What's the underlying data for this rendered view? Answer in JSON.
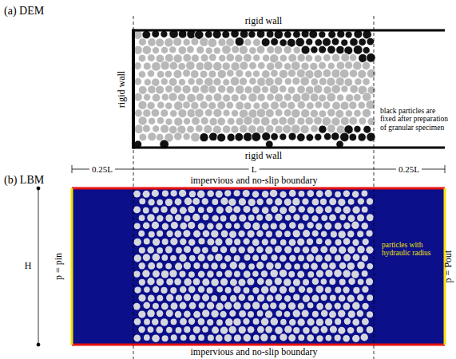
{
  "diagram": {
    "labels": [
      "(a) DEM",
      "rigid wall",
      "rigid wall",
      "black particles are fixed after preparation of granular specimen",
      "rigid wall",
      "(b) LBM",
      "0.25L",
      "L",
      "0.25L",
      "impervious and no-slip boundary",
      "H",
      "p = pin",
      "particles with hydraulic radius",
      "p = Pout",
      "impervious and no-slip boundary"
    ]
  }
}
